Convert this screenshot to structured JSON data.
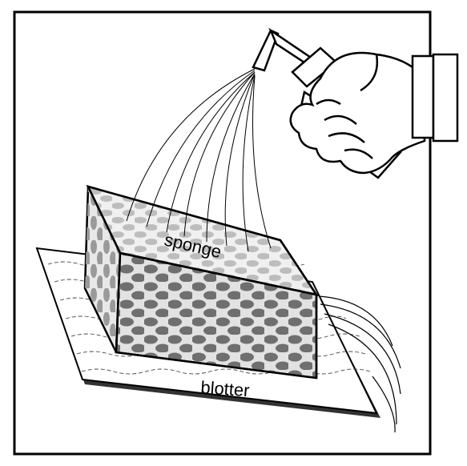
{
  "labels": {
    "sponge": "sponge",
    "blotter": "blotter"
  },
  "colors": {
    "outline": "#000000",
    "sponge_top": "#eeeeee",
    "sponge_side": "#e4e4e4",
    "hole_dark": "#6f6f6f",
    "hole_light": "#b8b8b8",
    "blotter_fill": "#ffffff"
  },
  "icons": [
    "hand-icon",
    "spray-bottle-icon",
    "water-spray-lines"
  ]
}
